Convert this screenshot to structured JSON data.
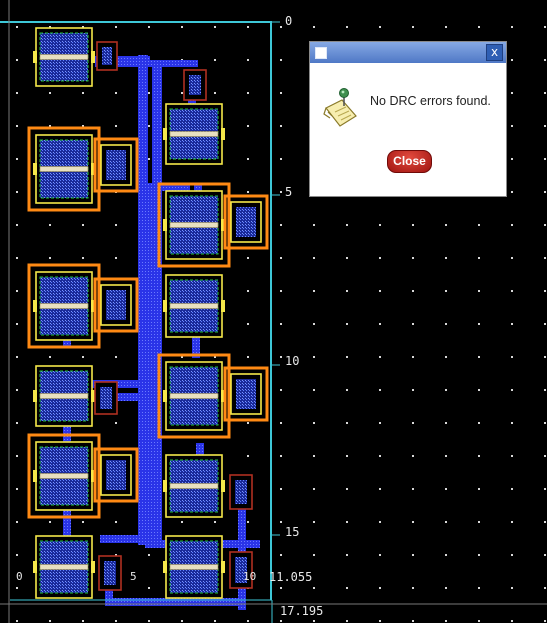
{
  "ruler": {
    "vertical_ticks": [
      "0",
      "5",
      "10",
      "15"
    ],
    "horizontal_ticks": [
      "0",
      "5",
      "10"
    ],
    "width_readout": "11.055",
    "height_readout": "17.195"
  },
  "dialog": {
    "message": "No DRC errors found.",
    "close_label": "Close",
    "title_close_glyph": "x"
  },
  "colors": {
    "canvas_bg": "#000000",
    "grid_dot": "#d8d8d8",
    "ruler_line": "#3ec8d8",
    "metal_route": "#3a3aff",
    "diffusion_outline": "#f5e84a",
    "nwell_outline": "#ff8a14",
    "contact_blue": "#2c4ad8",
    "poly_red": "#b03020",
    "dialog_titlebar": "#5b84cf",
    "close_button": "#c0211a"
  },
  "icons": {
    "dialog_window_icon": "window-icon",
    "dialog_message_icon": "notepad-pin-icon",
    "title_close": "close-icon"
  }
}
